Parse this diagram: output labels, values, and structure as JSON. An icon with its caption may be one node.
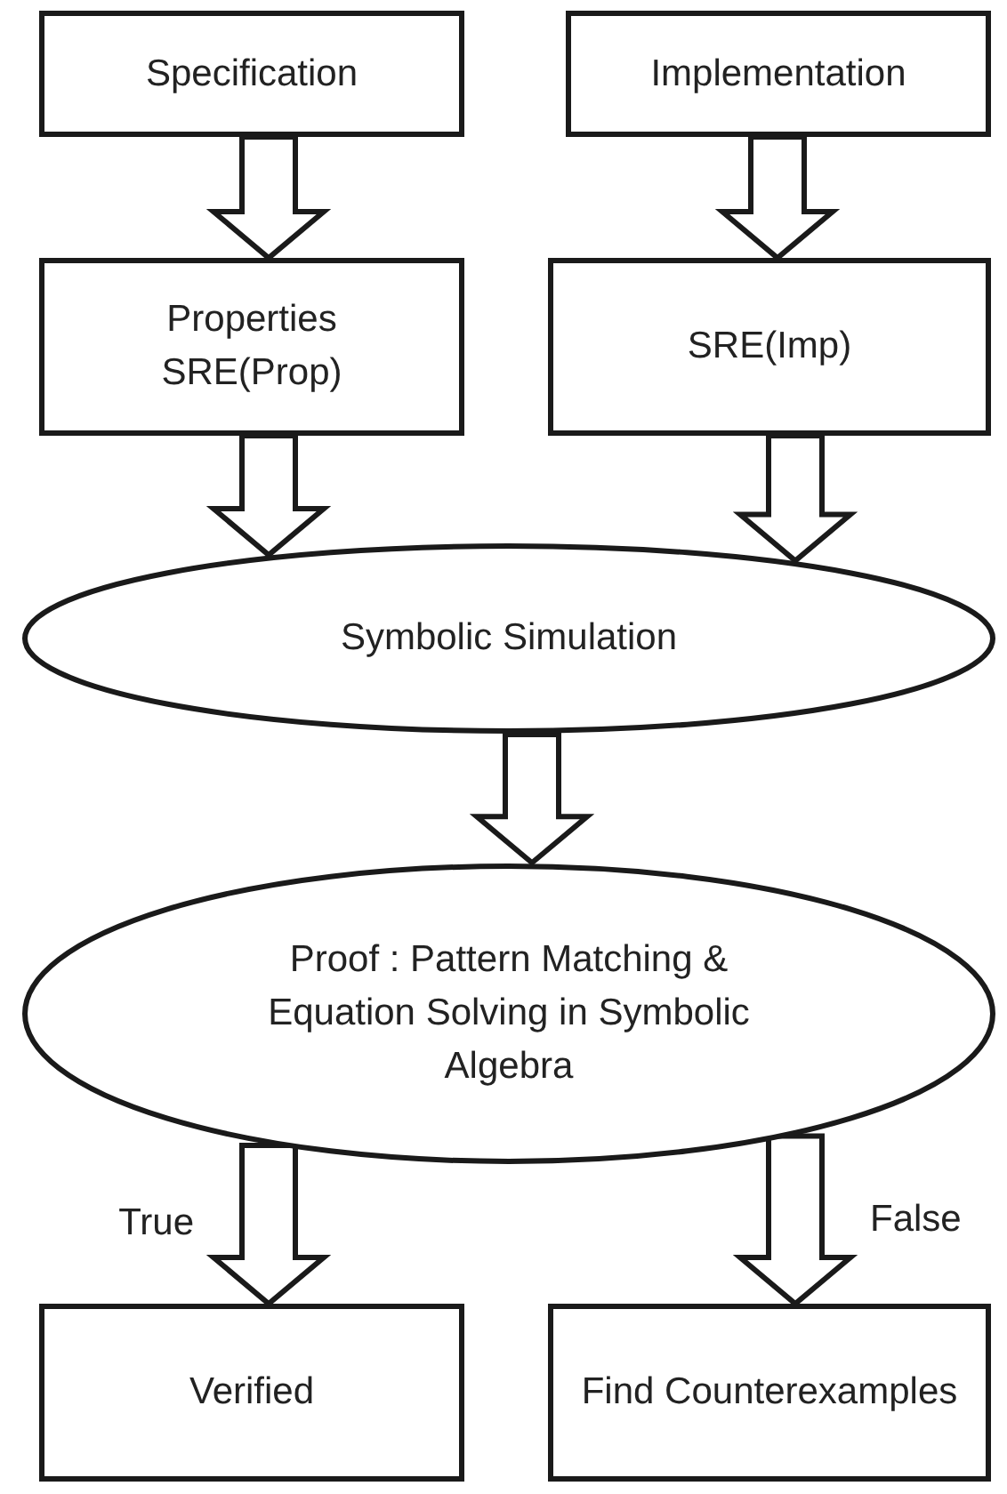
{
  "diagram": {
    "nodes": [
      {
        "text": [
          "Specification"
        ]
      },
      {
        "text": [
          "Implementation"
        ]
      },
      {
        "text": [
          "Properties",
          "SRE(Prop)"
        ]
      },
      {
        "text": [
          "SRE(Imp)"
        ]
      },
      {
        "text": [
          "Symbolic Simulation"
        ]
      },
      {
        "text": [
          "Proof : Pattern Matching & Equation Solving in Symbolic Algebra"
        ]
      },
      {
        "text": [
          "Verified"
        ]
      },
      {
        "text": [
          "Find Counterexamples"
        ]
      }
    ],
    "edges": [
      {
        "from": 0,
        "to": 2,
        "arrow": "to"
      },
      {
        "from": 1,
        "to": 3,
        "arrow": "to"
      },
      {
        "from": 2,
        "to": 4,
        "arrow": "to"
      },
      {
        "from": 3,
        "to": 4,
        "arrow": "to"
      },
      {
        "from": 4,
        "to": 5,
        "arrow": "to"
      },
      {
        "from": 5,
        "to": 6,
        "arrow": "to",
        "label": "True"
      },
      {
        "from": 5,
        "to": 7,
        "arrow": "to",
        "label": "False"
      }
    ]
  }
}
